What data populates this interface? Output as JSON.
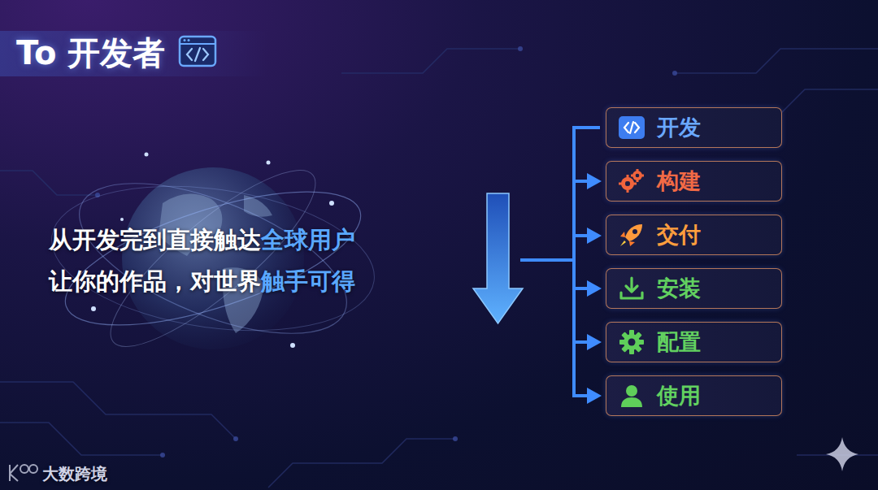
{
  "diagram": {
    "title": "To 开发者",
    "nodes": [
      {
        "text": [
          "开发"
        ]
      },
      {
        "text": [
          "构建"
        ]
      },
      {
        "text": [
          "交付"
        ]
      },
      {
        "text": [
          "安装"
        ]
      },
      {
        "text": [
          "配置"
        ]
      },
      {
        "text": [
          "使用"
        ]
      }
    ],
    "labels": [
      "从开发完到直接触达",
      "全球用户",
      "让你的作品，对世界",
      "触手可得",
      "大数跨境"
    ]
  }
}
